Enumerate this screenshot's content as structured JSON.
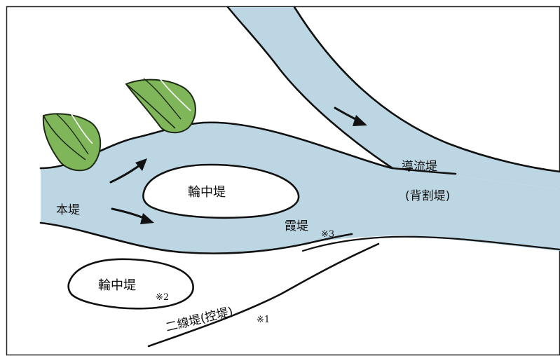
{
  "labels": {
    "main_levee": "本堤",
    "ring_levee_center": "輪中堤",
    "ring_levee_lower": "輪中堤",
    "open_levee": "霞堤",
    "guide_levee": "導流堤",
    "separation_levee": "(背割堤)",
    "secondary_levee": "二線堤(控堤)"
  },
  "notes": {
    "note1": "※1",
    "note2": "※2",
    "note3": "※3"
  },
  "colors": {
    "water": "#bcd6e3",
    "line": "#111111",
    "foliage": "#7fb65a",
    "background": "#ffffff"
  },
  "icons": {
    "flow": "arrow-icon",
    "plant": "leaf-icon"
  }
}
